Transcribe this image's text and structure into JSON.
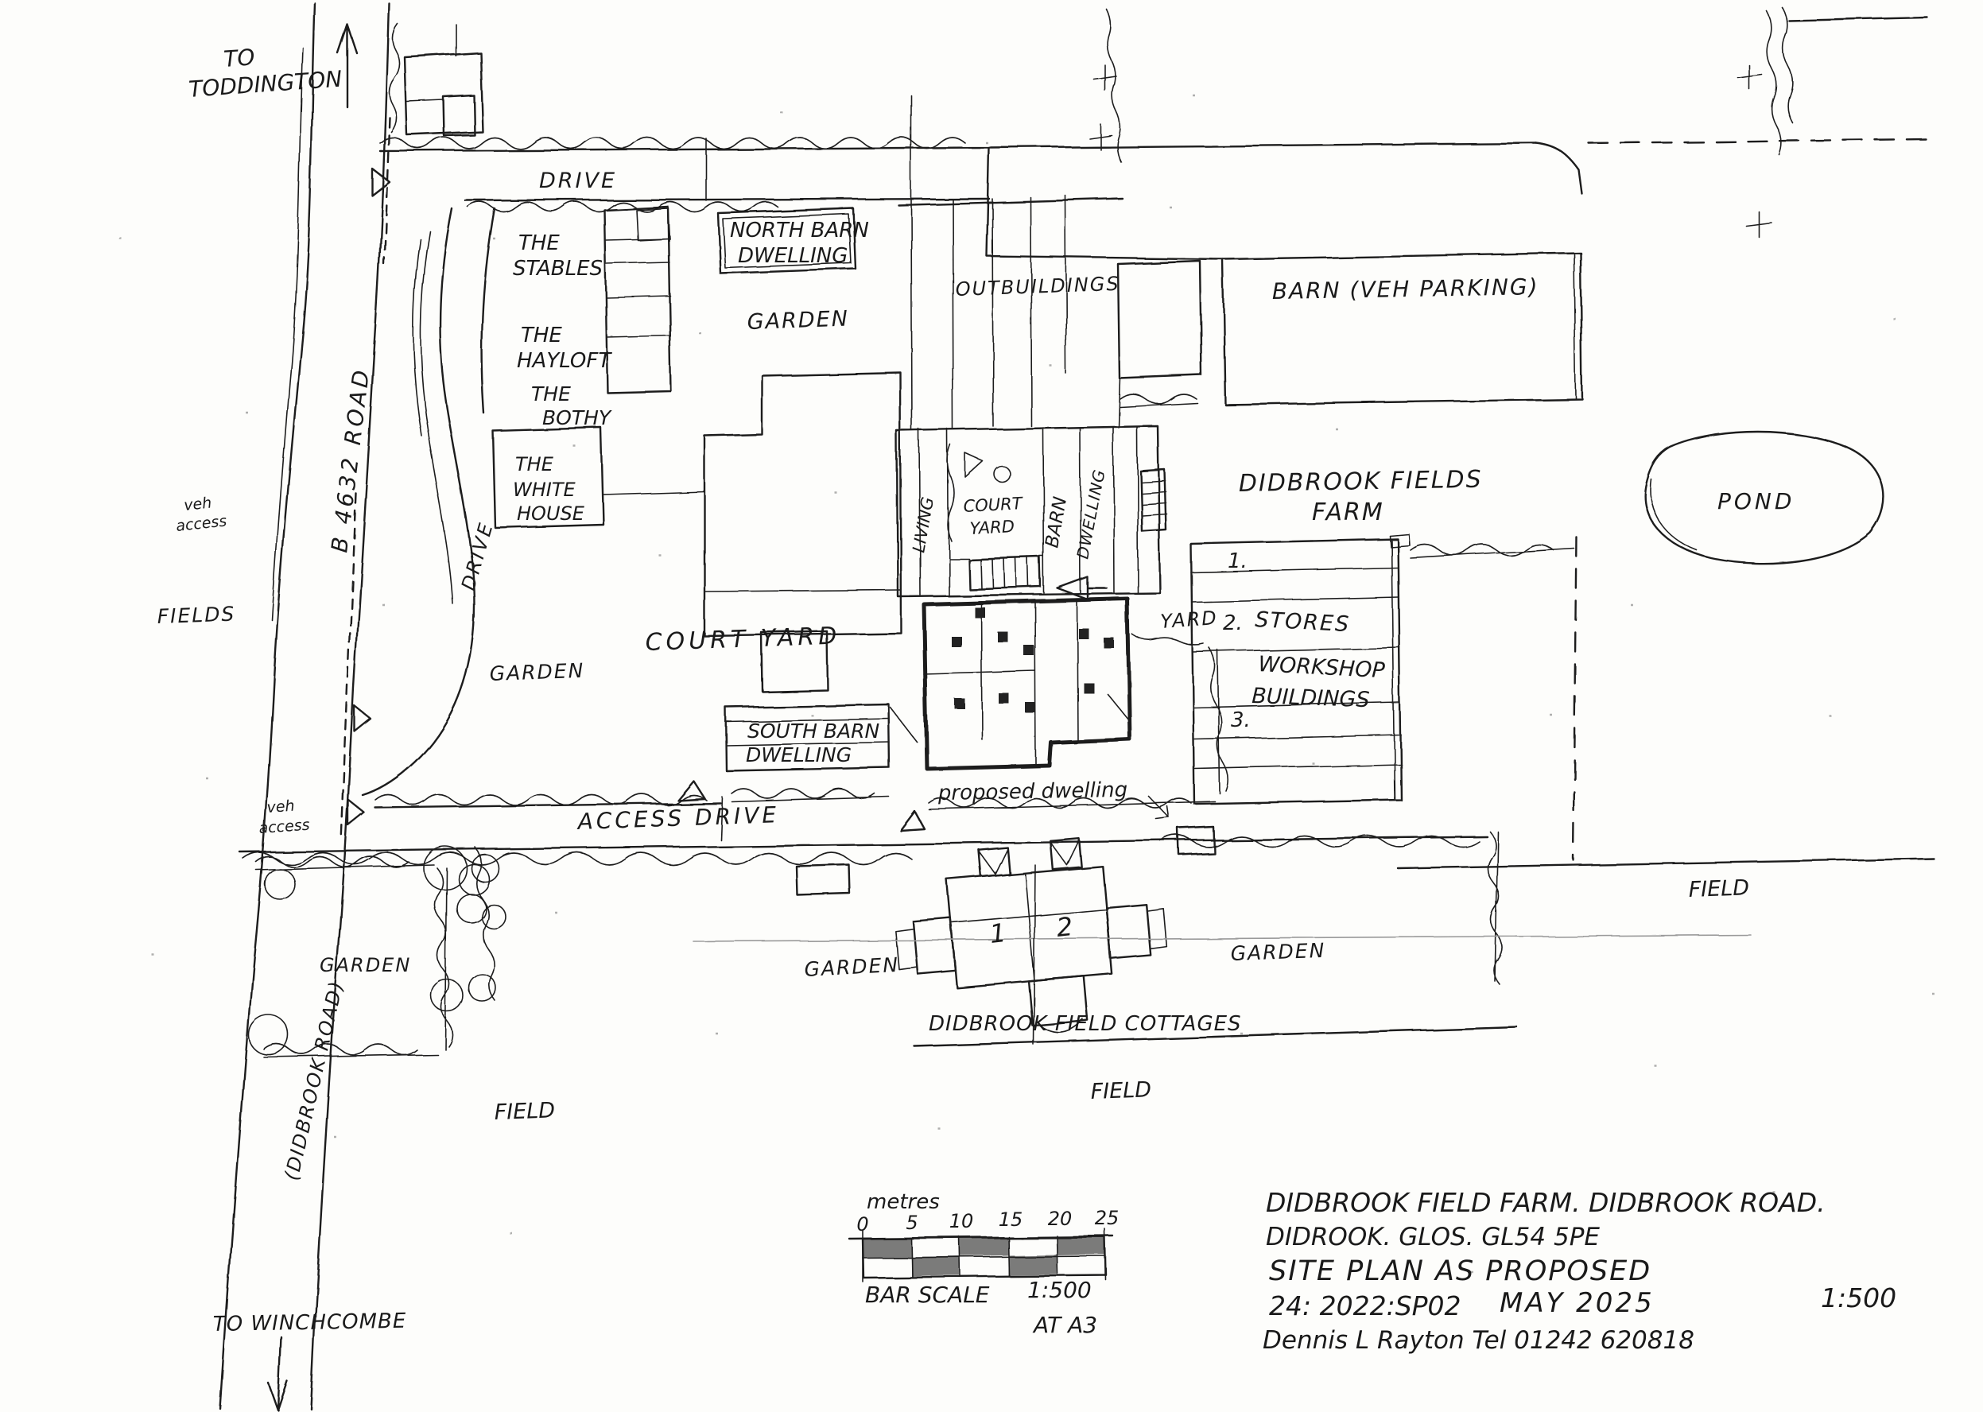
{
  "plan": {
    "colors": {
      "ink": "#1c1c1c",
      "paper": "#fdfdfb"
    },
    "routes": {
      "to_line1": "TO",
      "to_line2": "TODDINGTON",
      "to_winchcombe": "TO WINCHCOMBE",
      "b4632_road": "B 4632 ROAD",
      "didbrook_road": "(DIDBROOK ROAD)",
      "drive": "DRIVE",
      "access_drive": "ACCESS DRIVE",
      "veh_access_line1": "veh",
      "veh_access_line2": "access"
    },
    "areas": {
      "garden": "GARDEN",
      "field": "FIELD",
      "fields": "FIELDS",
      "courtyard": "COURT YARD",
      "yard": "YARD",
      "pond": "POND"
    },
    "buildings": {
      "stables_l1": "THE",
      "stables_l2": "STABLES",
      "hayloft_l1": "THE",
      "hayloft_l2": "HAYLOFT",
      "bothy_l1": "THE",
      "bothy_l2": "BOTHY",
      "white_house_l1": "THE",
      "white_house_l2": "WHITE",
      "white_house_l3": "HOUSE",
      "north_barn_l1": "NORTH BARN",
      "north_barn_l2": "DWELLING",
      "south_barn_l1": "SOUTH BARN",
      "south_barn_l2": "DWELLING",
      "outbuildings": "OUTBUILDINGS",
      "barn_parking": "BARN  (VEH PARKING)",
      "court_small_l1": "COURT",
      "court_small_l2": "YARD",
      "living": "LIVING",
      "barn": "BARN",
      "dwelling": "DWELLING",
      "farm_l1": "DIDBROOK FIELDS",
      "farm_l2": "FARM",
      "unit1": "1.",
      "unit2": "2.",
      "unit3": "3.",
      "stores_l1": "STORES",
      "stores_l2": "WORKSHOP",
      "stores_l3": "BUILDINGS",
      "proposed_dwelling": "proposed dwelling",
      "cottages": "DIDBROOK FIELD COTTAGES",
      "cottage1": "1",
      "cottage2": "2"
    },
    "scale_bar": {
      "units": "metres",
      "ticks": [
        "0",
        "5",
        "10",
        "15",
        "20",
        "25"
      ],
      "label": "BAR SCALE",
      "ratio": "1:500",
      "sheet": "AT A3"
    },
    "title_block": {
      "address_l1": "DIDBROOK FIELD FARM.  DIDBROOK ROAD.",
      "address_l2": "DIDROOK.  GLOS.  GL54 5PE",
      "drawing_title": "SITE PLAN  AS  PROPOSED",
      "ref": "24: 2022:SP02",
      "date": "MAY 2025",
      "scale": "1:500",
      "author": "Dennis L Rayton  Tel 01242 620818"
    }
  }
}
